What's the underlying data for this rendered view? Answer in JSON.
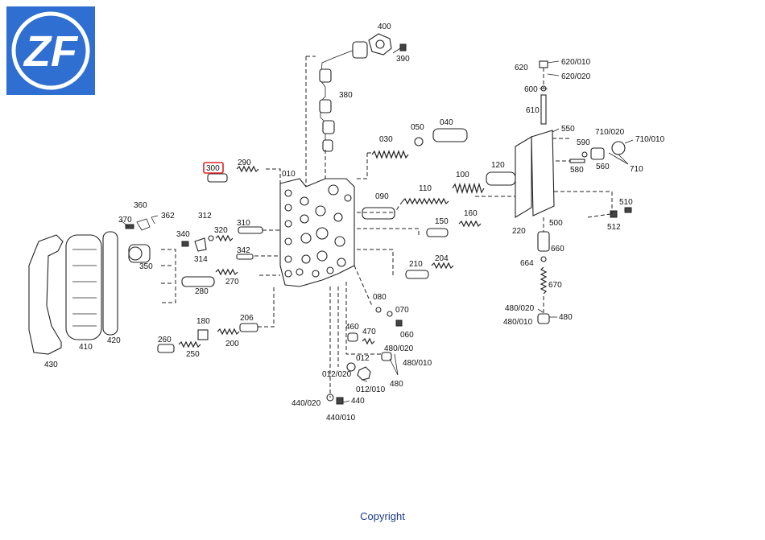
{
  "logo": {
    "text": "ZF",
    "background": "#2f6fd1",
    "foreground": "#ffffff"
  },
  "highlight_color": "#d22222",
  "link_color": "#1a3a8c",
  "selected_part": "300",
  "footer": {
    "copyright": "Copyright"
  },
  "labels": {
    "l010": "010",
    "l012": "012",
    "l012_010": "012/010",
    "l012_020": "012/020",
    "l030": "030",
    "l040": "040",
    "l050": "050",
    "l060": "060",
    "l070": "070",
    "l080": "080",
    "l090": "090",
    "l100": "100",
    "l110": "110",
    "l120": "120",
    "l150": "150",
    "l160": "160",
    "l180": "180",
    "l200": "200",
    "l204": "204",
    "l206": "206",
    "l210": "210",
    "l220": "220",
    "l250": "250",
    "l260": "260",
    "l270": "270",
    "l280": "280",
    "l290": "290",
    "l300": "300",
    "l310": "310",
    "l312": "312",
    "l314": "314",
    "l320": "320",
    "l340": "340",
    "l342": "342",
    "l350": "350",
    "l360": "360",
    "l362": "362",
    "l370": "370",
    "l380": "380",
    "l390": "390",
    "l400": "400",
    "l410": "410",
    "l420": "420",
    "l430": "430",
    "l440": "440",
    "l440_010": "440/010",
    "l440_020": "440/020",
    "l460": "460",
    "l470": "470",
    "l480a": "480",
    "l480_010a": "480/010",
    "l480_020a": "480/020",
    "l480b": "480",
    "l480_010b": "480/010",
    "l480_020b": "480/020",
    "l500": "500",
    "l510": "510",
    "l512": "512",
    "l550": "550",
    "l560": "560",
    "l580": "580",
    "l590": "590",
    "l600": "600",
    "l610": "610",
    "l620": "620",
    "l620_010": "620/010",
    "l620_020": "620/020",
    "l660": "660",
    "l664": "664",
    "l670": "670",
    "l710": "710",
    "l710_010": "710/010",
    "l710_020": "710/020"
  }
}
